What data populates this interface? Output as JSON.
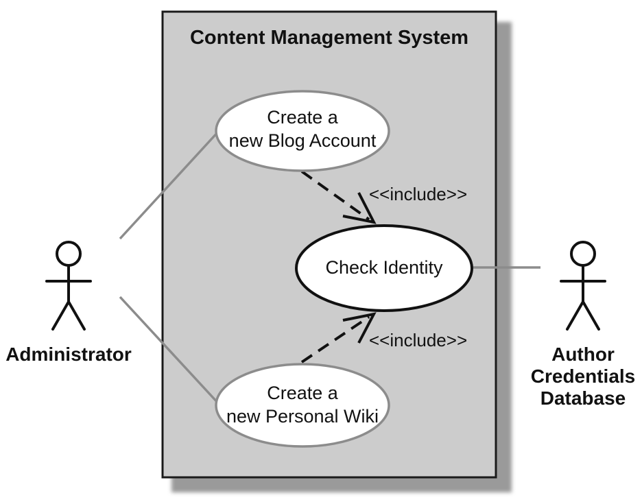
{
  "system": {
    "title": "Content Management System"
  },
  "use_cases": {
    "blog": {
      "line1": "Create a",
      "line2": "new Blog Account"
    },
    "check": {
      "label": "Check Identity"
    },
    "wiki": {
      "line1": "Create a",
      "line2": "new Personal Wiki"
    }
  },
  "relations": {
    "include_top": "<<include>>",
    "include_bottom": "<<include>>"
  },
  "actors": {
    "admin": {
      "label": "Administrator"
    },
    "db": {
      "line1": "Author",
      "line2": "Credentials",
      "line3": "Database"
    }
  },
  "colors": {
    "system_fill": "#cccccc",
    "system_border": "#1a1a1a",
    "shadow": "#9a9a9a",
    "association_line": "#8c8c8c",
    "ellipse_fill": "#ffffff"
  }
}
